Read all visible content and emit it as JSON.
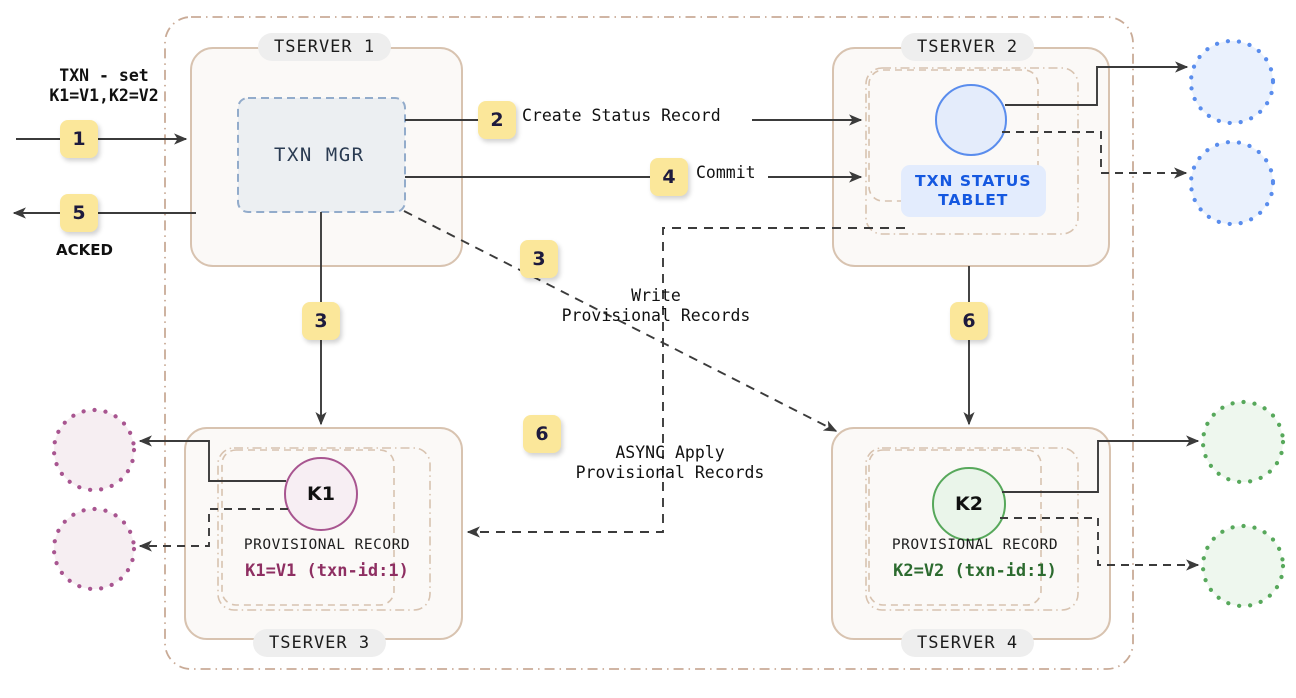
{
  "diagram": {
    "title": "Distributed transaction flow across tablet servers",
    "colors": {
      "badge_bg": "#fbe79a",
      "badge_text": "#1d1a3d",
      "tserver_border": "#d8c3b0",
      "tserver_fill": "#fbf9f7",
      "chip_bg": "#eeeeee",
      "txnmgr_border": "#93accb",
      "txnmgr_fill": "#eceff2",
      "tablet_text": "#1558e0",
      "tablet_bg": "#e3ecfd",
      "blue_node": "#5a8ded",
      "pink_node": "#a85590",
      "green_node": "#57a85b",
      "line": "#3b3b3b",
      "outer_boundary": "#c9ab97"
    }
  },
  "left_flow": {
    "request_label_line1": "TXN - set",
    "request_label_line2": "K1=V1,K2=V2",
    "step1": "1",
    "step5": "5",
    "acked_label": "ACKED"
  },
  "tservers": [
    {
      "name": "tserver-1",
      "label": "TSERVER 1",
      "inner_label": "TXN MGR"
    },
    {
      "name": "tserver-2",
      "label": "TSERVER 2",
      "tablet_line1": "TXN STATUS",
      "tablet_line2": "TABLET"
    },
    {
      "name": "tserver-3",
      "label": "TSERVER 3",
      "key": "K1",
      "provisional_header": "PROVISIONAL RECORD",
      "provisional_value": "K1=V1 (txn-id:1)",
      "value_color": "#8e2f62"
    },
    {
      "name": "tserver-4",
      "label": "TSERVER 4",
      "key": "K2",
      "provisional_header": "PROVISIONAL RECORD",
      "provisional_value": "K2=V2 (txn-id:1)",
      "value_color": "#2c6b2f"
    }
  ],
  "steps": [
    {
      "num": "1",
      "label": ""
    },
    {
      "num": "2",
      "label": "Create Status Record"
    },
    {
      "num": "3",
      "label_line1": "Write",
      "label_line2": "Provisional Records"
    },
    {
      "num": "4",
      "label": "Commit"
    },
    {
      "num": "5",
      "label": "ACKED"
    },
    {
      "num": "6",
      "label_line1": "ASYNC Apply",
      "label_line2": "Provisional Records"
    }
  ],
  "step_badges": {
    "create_status_record": "2",
    "commit": "4",
    "write_provisional": "3",
    "write_provisional_arrow": "3",
    "async_apply": "6",
    "async_apply_arrow": "6"
  },
  "step_texts": {
    "create_status_record": "Create Status Record",
    "commit": "Commit",
    "write_provisional_l1": "Write",
    "write_provisional_l2": "Provisional Records",
    "async_apply_l1": "ASYNC Apply",
    "async_apply_l2": "Provisional Records"
  }
}
